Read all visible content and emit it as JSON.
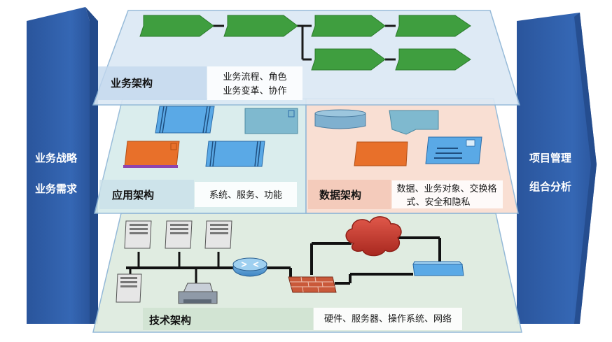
{
  "left_banner": {
    "line1": "业务战略",
    "line2": "业务需求"
  },
  "right_banner": {
    "line1": "项目管理",
    "line2": "组合分析"
  },
  "business": {
    "title": "业务架构",
    "desc1": "业务流程、角色",
    "desc2": "业务变革、协作"
  },
  "application": {
    "title": "应用架构",
    "desc": "系统、服务、功能"
  },
  "data": {
    "title": "数据架构",
    "desc1": "数据、业务对象、交换格",
    "desc2": "式、安全和隐私"
  },
  "technology": {
    "title": "技术架构",
    "desc": "硬件、服务器、操作系统、网络"
  },
  "colors": {
    "banner_blue": "#2f5fa8",
    "business_layer": "#dce9f5",
    "application_layer": "#d7ecec",
    "data_layer": "#f9dccf",
    "technology_layer": "#dfece0",
    "process_green": "#3f9e3f",
    "app_blue": "#5aa9e6",
    "app_orange": "#e8702a",
    "cloud_red": "#c0392b",
    "firewall_brick": "#c9593a"
  }
}
